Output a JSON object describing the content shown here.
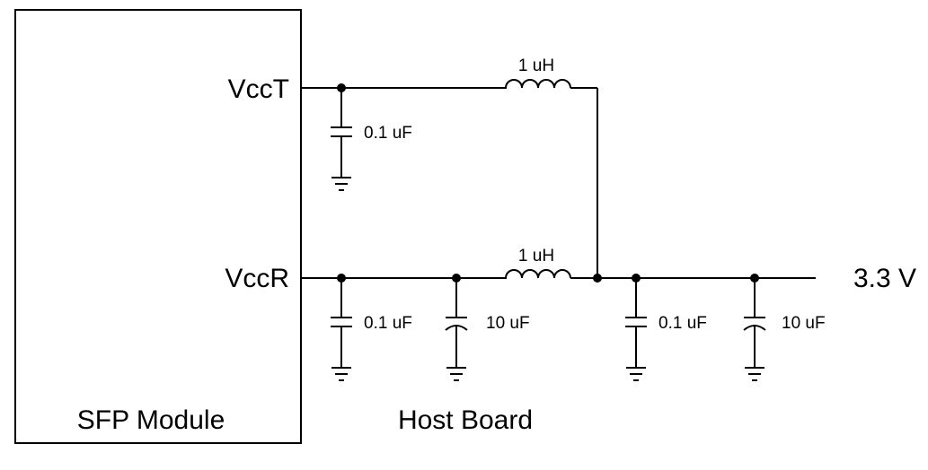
{
  "module": {
    "label": "SFP Module",
    "pins": {
      "vcct": "VccT",
      "vccr": "VccR"
    }
  },
  "board": {
    "label": "Host Board"
  },
  "supply": {
    "label": "3.3 V"
  },
  "components": {
    "l_top": "1 uH",
    "l_bottom": "1 uH",
    "c_vcct": "0.1 uF",
    "c_vccr_1": "0.1 uF",
    "c_vccr_2": "10 uF",
    "c_supply_1": "0.1 uF",
    "c_supply_2": "10 uF"
  }
}
